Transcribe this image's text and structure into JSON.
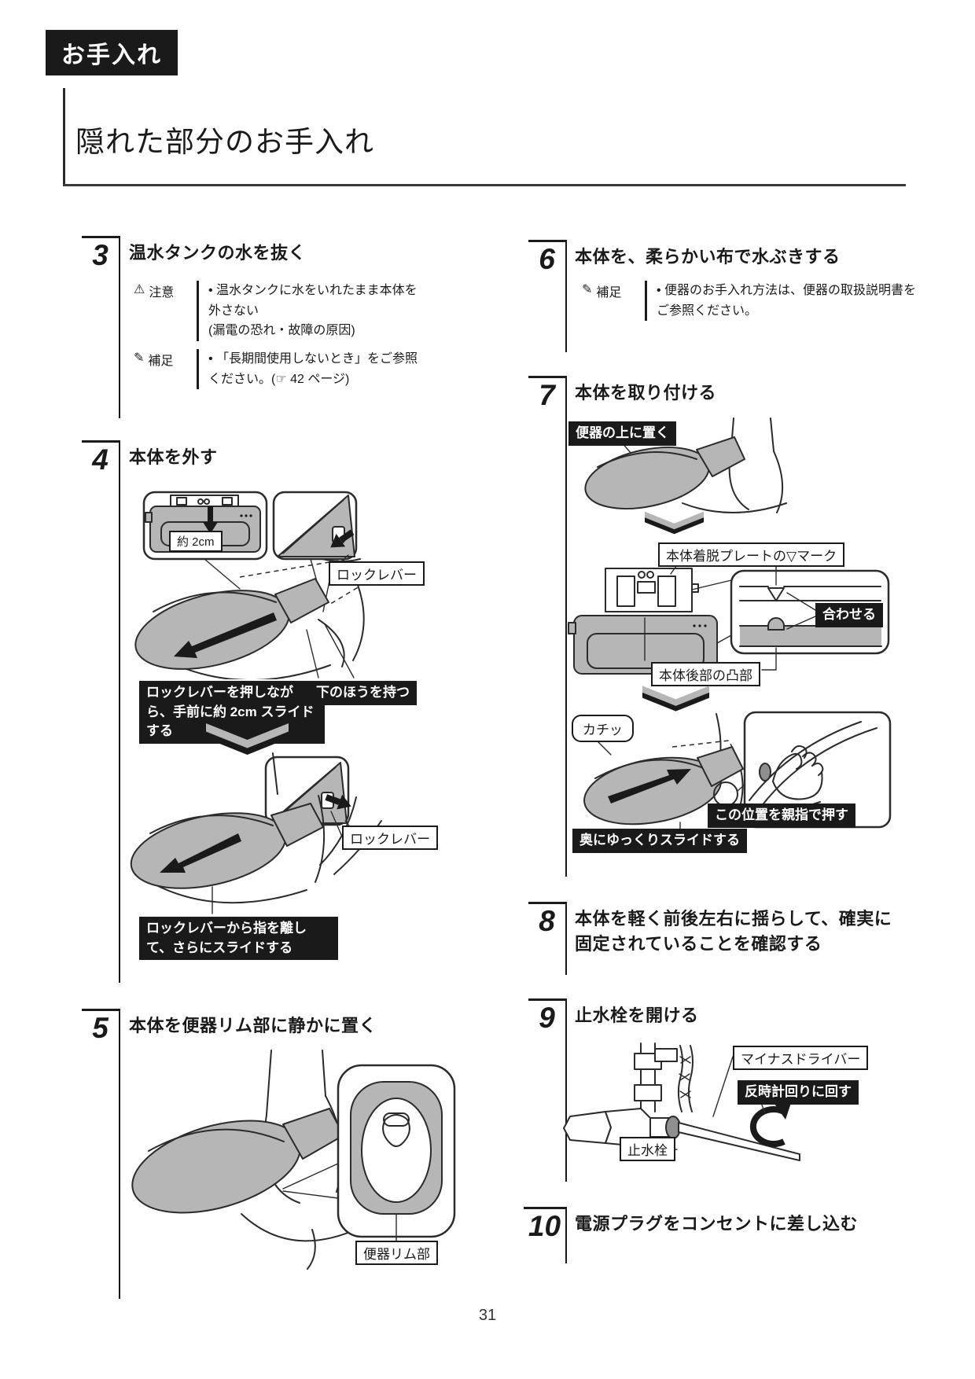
{
  "page": {
    "tag": "お手入れ",
    "title": "隠れた部分のお手入れ",
    "page_number": "31"
  },
  "colors": {
    "ink": "#1a1a1a",
    "diagram_gray": "#b6b6b6",
    "label_bg": "#1a1a1a"
  },
  "icons": {
    "caution": "⚠",
    "note": "✎"
  },
  "steps": {
    "s3": {
      "num": "3",
      "title": "温水タンクの水を抜く",
      "caution_label": "注意",
      "caution_text": "• 温水タンクに水をいれたまま本体を外さない",
      "caution_sub": "(漏電の恐れ・故障の原因)",
      "note_label": "補足",
      "note_text": "• 「長期間使用しないとき」をご参照ください。(☞ 42 ページ)"
    },
    "s4": {
      "num": "4",
      "title": "本体を外す",
      "label_2cm": "約 2cm",
      "label_lock_lever": "ロックレバー",
      "label_push_slide": "ロックレバーを押しながら、手前に約 2cm スライドする",
      "label_hold_bottom": "下のほうを持つ",
      "label_lock_lever2": "ロックレバー",
      "label_release_slide": "ロックレバーから指を離して、さらにスライドする"
    },
    "s5": {
      "num": "5",
      "title": "本体を便器リム部に静かに置く",
      "label_rim": "便器リム部"
    },
    "s6": {
      "num": "6",
      "title": "本体を、柔らかい布で水ぶきする",
      "note_label": "補足",
      "note_text": "• 便器のお手入れ方法は、便器の取扱説明書をご参照ください。"
    },
    "s7": {
      "num": "7",
      "title": "本体を取り付ける",
      "label_place": "便器の上に置く",
      "label_plate_mark": "本体着脱プレートの▽マーク",
      "label_align": "合わせる",
      "label_rear": "本体後部の凸部",
      "label_click": "カチッ",
      "label_thumb": "この位置を親指で押す",
      "label_slide_back": "奥にゆっくりスライドする"
    },
    "s8": {
      "num": "8",
      "title": "本体を軽く前後左右に揺らして、確実に固定されていることを確認する"
    },
    "s9": {
      "num": "9",
      "title": "止水栓を開ける",
      "label_driver": "マイナスドライバー",
      "label_ccw": "反時計回りに回す",
      "label_valve": "止水栓"
    },
    "s10": {
      "num": "10",
      "title": "電源プラグをコンセントに差し込む"
    }
  }
}
